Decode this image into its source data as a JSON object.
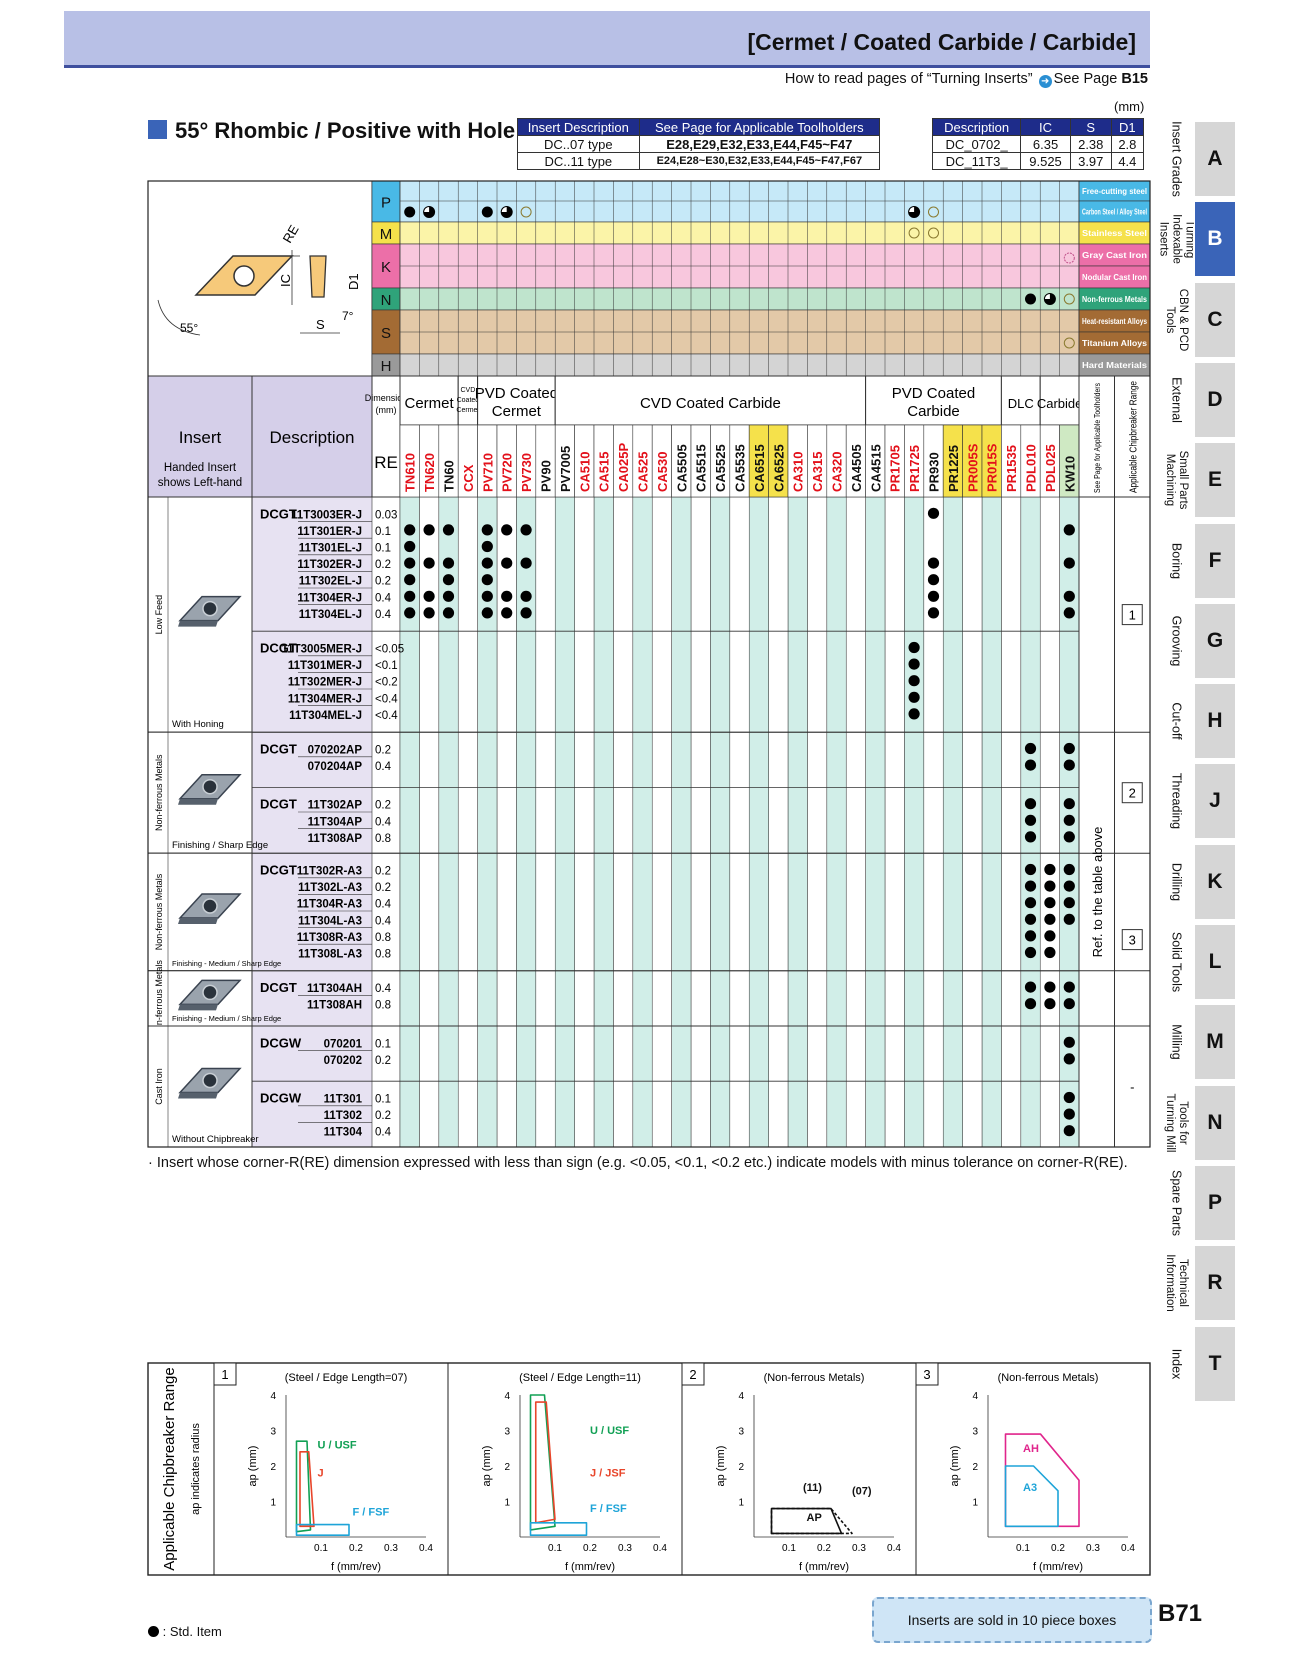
{
  "header": {
    "title": "[Cermet / Coated Carbide / Carbide]",
    "howto_text": "How to read pages of “Turning Inserts”",
    "see_page": "See Page",
    "see_page_num": "B15",
    "unit": "(mm)"
  },
  "section": {
    "title": "55° Rhombic / Positive with Hole"
  },
  "toolholder_table": {
    "headers": [
      "Insert Description",
      "See Page for Applicable Toolholders"
    ],
    "rows": [
      [
        "DC..07 type",
        "E28,E29,E32,E33,E44,F45~F47"
      ],
      [
        "DC..11 type",
        "E24,E28~E30,E32,E33,E44,F45~F47,F67"
      ]
    ]
  },
  "dimension_table": {
    "headers": [
      "Description",
      "IC",
      "S",
      "D1"
    ],
    "rows": [
      [
        "DC_0702_",
        "6.35",
        "2.38",
        "2.8"
      ],
      [
        "DC_11T3_",
        "9.525",
        "3.97",
        "4.4"
      ]
    ]
  },
  "diagram_labels": {
    "re": "RE",
    "ic": "IC",
    "d1": "D1",
    "s": "S",
    "angle7": "7°",
    "angle55": "55°"
  },
  "materials": [
    {
      "letter": "P",
      "color": "#49b9e6",
      "labels": [
        "Free-cutting steel",
        "Carbon Steel / Alloy Steel"
      ]
    },
    {
      "letter": "M",
      "color": "#f5e14b",
      "labels": [
        "Stainless Steel"
      ]
    },
    {
      "letter": "K",
      "color": "#ec6fa8",
      "labels": [
        "Gray Cast Iron",
        "Nodular Cast Iron"
      ]
    },
    {
      "letter": "N",
      "color": "#2fa37a",
      "labels": [
        "Non-ferrous Metals"
      ]
    },
    {
      "letter": "S",
      "color": "#a36b34",
      "labels": [
        "Heat-resistant Alloys",
        "Titanium Alloys"
      ]
    },
    {
      "letter": "H",
      "color": "#9a9a9a",
      "labels": [
        "Hard Materials"
      ]
    }
  ],
  "table_head": {
    "insert": "Insert",
    "handed": "Handed Insert shows Left-hand",
    "description": "Description",
    "dimension": "Dimension (mm)",
    "re": "RE",
    "cvd_coated_cermet": "CVD Coated Cermet",
    "see_page_side": "See Page for Applicable Toolholders",
    "chipbreaker_side": "Applicable Chipbreaker Range"
  },
  "groups": [
    {
      "label": "Cermet",
      "span": 3
    },
    {
      "label": "CVD Coated Cermet",
      "span": 1
    },
    {
      "label": "PVD Coated Cermet",
      "span": 4
    },
    {
      "label": "CVD Coated Carbide",
      "span": 16
    },
    {
      "label": "PVD Coated Carbide",
      "span": 7
    },
    {
      "label": "DLC",
      "span": 2
    },
    {
      "label": "Carbide",
      "span": 2
    }
  ],
  "grades": [
    {
      "name": "TN610",
      "color": "#e3101a"
    },
    {
      "name": "TN620",
      "color": "#e3101a"
    },
    {
      "name": "TN60",
      "color": "#111111"
    },
    {
      "name": "CCX",
      "color": "#e3101a"
    },
    {
      "name": "PV710",
      "color": "#e3101a"
    },
    {
      "name": "PV720",
      "color": "#e3101a"
    },
    {
      "name": "PV730",
      "color": "#e3101a"
    },
    {
      "name": "PV90",
      "color": "#111111"
    },
    {
      "name": "PV7005",
      "color": "#111111"
    },
    {
      "name": "CA510",
      "color": "#e3101a"
    },
    {
      "name": "CA515",
      "color": "#e3101a"
    },
    {
      "name": "CA025P",
      "color": "#e3101a"
    },
    {
      "name": "CA525",
      "color": "#e3101a"
    },
    {
      "name": "CA530",
      "color": "#e3101a"
    },
    {
      "name": "CA5505",
      "color": "#111111"
    },
    {
      "name": "CA5515",
      "color": "#111111"
    },
    {
      "name": "CA5525",
      "color": "#111111"
    },
    {
      "name": "CA5535",
      "color": "#111111"
    },
    {
      "name": "CA6515",
      "color": "#111111",
      "bg": "#f5e14b"
    },
    {
      "name": "CA6525",
      "color": "#111111",
      "bg": "#f5e14b"
    },
    {
      "name": "CA310",
      "color": "#e3101a"
    },
    {
      "name": "CA315",
      "color": "#e3101a"
    },
    {
      "name": "CA320",
      "color": "#e3101a"
    },
    {
      "name": "CA4505",
      "color": "#111111"
    },
    {
      "name": "CA4515",
      "color": "#111111"
    },
    {
      "name": "PR1705",
      "color": "#e3101a"
    },
    {
      "name": "PR1725",
      "color": "#e3101a"
    },
    {
      "name": "PR930",
      "color": "#111111"
    },
    {
      "name": "PR1225",
      "color": "#111111",
      "bg": "#f5e14b"
    },
    {
      "name": "PR005S",
      "color": "#e3101a",
      "bg": "#f5e14b"
    },
    {
      "name": "PR015S",
      "color": "#e3101a",
      "bg": "#f5e14b"
    },
    {
      "name": "PR1535",
      "color": "#e3101a"
    },
    {
      "name": "PDL010",
      "color": "#e3101a"
    },
    {
      "name": "PDL025",
      "color": "#e3101a"
    },
    {
      "name": "KW10",
      "color": "#111111",
      "bg": "#cfe9c3"
    }
  ],
  "row_groups": [
    {
      "category": "Low Feed",
      "caption": "With Honing",
      "sub": [
        {
          "rows": [
            {
              "d1": "DCGT",
              "d2": "11T3003ER-J",
              "re": "0.03",
              "dots": [
                27
              ]
            },
            {
              "d1": "",
              "d2": "11T301ER-J",
              "re": "0.1",
              "dots": [
                0,
                1,
                2,
                4,
                5,
                6,
                34
              ]
            },
            {
              "d1": "",
              "d2": "11T301EL-J",
              "re": "0.1",
              "dots": [
                0,
                4
              ]
            },
            {
              "d1": "",
              "d2": "11T302ER-J",
              "re": "0.2",
              "dots": [
                0,
                1,
                2,
                4,
                5,
                6,
                27,
                34
              ]
            },
            {
              "d1": "",
              "d2": "11T302EL-J",
              "re": "0.2",
              "dots": [
                0,
                2,
                4,
                27
              ]
            },
            {
              "d1": "",
              "d2": "11T304ER-J",
              "re": "0.4",
              "dots": [
                0,
                1,
                2,
                4,
                5,
                6,
                27,
                34
              ]
            },
            {
              "d1": "",
              "d2": "11T304EL-J",
              "re": "0.4",
              "dots": [
                0,
                1,
                2,
                4,
                5,
                6,
                27,
                34
              ]
            }
          ]
        },
        {
          "rows": [
            {
              "d1": "DCGT",
              "d2": "11T3005MER-J",
              "re": "<0.05",
              "dots": [
                26
              ]
            },
            {
              "d1": "",
              "d2": "11T301MER-J",
              "re": "<0.1",
              "dots": [
                26
              ]
            },
            {
              "d1": "",
              "d2": "11T302MER-J",
              "re": "<0.2",
              "dots": [
                26
              ]
            },
            {
              "d1": "",
              "d2": "11T304MER-J",
              "re": "<0.4",
              "dots": [
                26
              ]
            },
            {
              "d1": "",
              "d2": "11T304MEL-J",
              "re": "<0.4",
              "dots": [
                26
              ]
            }
          ]
        }
      ]
    },
    {
      "category": "Non-ferrous Metals",
      "caption": "Finishing / Sharp Edge",
      "sub": [
        {
          "rows": [
            {
              "d1": "DCGT",
              "d2": "070202AP",
              "re": "0.2",
              "dots": [
                32,
                34
              ]
            },
            {
              "d1": "",
              "d2": "070204AP",
              "re": "0.4",
              "dots": [
                32,
                34
              ]
            }
          ]
        },
        {
          "rows": [
            {
              "d1": "DCGT",
              "d2": "11T302AP",
              "re": "0.2",
              "dots": [
                32,
                34
              ]
            },
            {
              "d1": "",
              "d2": "11T304AP",
              "re": "0.4",
              "dots": [
                32,
                34
              ]
            },
            {
              "d1": "",
              "d2": "11T308AP",
              "re": "0.8",
              "dots": [
                32,
                34
              ]
            }
          ]
        }
      ]
    },
    {
      "category": "Non-ferrous Metals",
      "caption": "Finishing - Medium / Sharp Edge",
      "sub": [
        {
          "rows": [
            {
              "d1": "DCGT",
              "d2": "11T302R-A3",
              "re": "0.2",
              "dots": [
                32,
                33,
                34
              ]
            },
            {
              "d1": "",
              "d2": "11T302L-A3",
              "re": "0.2",
              "dots": [
                32,
                33,
                34
              ]
            },
            {
              "d1": "",
              "d2": "11T304R-A3",
              "re": "0.4",
              "dots": [
                32,
                33,
                34
              ]
            },
            {
              "d1": "",
              "d2": "11T304L-A3",
              "re": "0.4",
              "dots": [
                32,
                33,
                34
              ]
            },
            {
              "d1": "",
              "d2": "11T308R-A3",
              "re": "0.8",
              "dots": [
                32,
                33
              ]
            },
            {
              "d1": "",
              "d2": "11T308L-A3",
              "re": "0.8",
              "dots": [
                32,
                33
              ]
            }
          ]
        }
      ]
    },
    {
      "category": "Non-ferrous Metals",
      "caption": "Finishing - Medium / Sharp Edge",
      "sub": [
        {
          "rows": [
            {
              "d1": "DCGT",
              "d2": "11T304AH",
              "re": "0.4",
              "dots": [
                32,
                33,
                34
              ]
            },
            {
              "d1": "",
              "d2": "11T308AH",
              "re": "0.8",
              "dots": [
                32,
                33,
                34
              ]
            }
          ]
        }
      ]
    },
    {
      "category": "Cast Iron",
      "caption": "Without Chipbreaker",
      "sub": [
        {
          "rows": [
            {
              "d1": "DCGW",
              "d2": "070201",
              "re": "0.1",
              "dots": [
                34
              ]
            },
            {
              "d1": "",
              "d2": "070202",
              "re": "0.2",
              "dots": [
                34
              ]
            }
          ]
        },
        {
          "rows": [
            {
              "d1": "DCGW",
              "d2": "11T301",
              "re": "0.1",
              "dots": [
                34
              ]
            },
            {
              "d1": "",
              "d2": "11T302",
              "re": "0.2",
              "dots": [
                34
              ]
            },
            {
              "d1": "",
              "d2": "11T304",
              "re": "0.4",
              "dots": [
                34
              ]
            }
          ]
        }
      ]
    }
  ],
  "side_col": {
    "ref_text": "Ref. to the table above",
    "range_labels": [
      "1",
      "2",
      "3",
      "-"
    ]
  },
  "note": "· Insert whose corner-R(RE) dimension expressed with less than sign (e.g. <0.05, <0.1, <0.2 etc.) indicate models with minus tolerance on corner-R(RE).",
  "chipbreaker": {
    "title": "Applicable Chipbreaker Range",
    "subtitle": "ap indicates radius",
    "panels": [
      {
        "num": "1",
        "title": "(Steel / Edge Length=07)",
        "curves": [
          {
            "label": "U / USF",
            "color": "#11a054",
            "pts": [
              [
                0.03,
                0.15
              ],
              [
                0.03,
                2.7
              ],
              [
                0.06,
                2.7
              ],
              [
                0.07,
                0.2
              ]
            ]
          },
          {
            "label": "J",
            "color": "#e8452a",
            "pts": [
              [
                0.04,
                0.3
              ],
              [
                0.04,
                2.4
              ],
              [
                0.065,
                2.4
              ],
              [
                0.08,
                0.3
              ]
            ]
          },
          {
            "label": "F / FSF",
            "color": "#1ea4d8",
            "pts": [
              [
                0.03,
                0.05
              ],
              [
                0.03,
                0.35
              ],
              [
                0.18,
                0.35
              ],
              [
                0.18,
                0.05
              ]
            ]
          }
        ],
        "labelpos": [
          [
            0.09,
            2.5
          ],
          [
            0.09,
            1.7
          ],
          [
            0.19,
            0.6
          ]
        ]
      },
      {
        "num": "1",
        "title": "(Steel / Edge Length=11)",
        "curves": [
          {
            "label": "U / USF",
            "color": "#11a054",
            "pts": [
              [
                0.03,
                0.2
              ],
              [
                0.03,
                4
              ],
              [
                0.07,
                4
              ],
              [
                0.1,
                0.3
              ]
            ]
          },
          {
            "label": "J / JSF",
            "color": "#e8452a",
            "pts": [
              [
                0.045,
                0.4
              ],
              [
                0.045,
                3.8
              ],
              [
                0.075,
                3.8
              ],
              [
                0.1,
                0.5
              ]
            ]
          },
          {
            "label": "F / FSF",
            "color": "#1ea4d8",
            "pts": [
              [
                0.03,
                0.05
              ],
              [
                0.03,
                0.4
              ],
              [
                0.19,
                0.4
              ],
              [
                0.19,
                0.05
              ]
            ]
          }
        ],
        "labelpos": [
          [
            0.2,
            2.9
          ],
          [
            0.2,
            1.7
          ],
          [
            0.2,
            0.7
          ]
        ]
      },
      {
        "num": "2",
        "title": "(Non-ferrous Metals)",
        "curves": [
          {
            "label": "(11)",
            "color": "#111111",
            "pts": [
              [
                0.05,
                0.1
              ],
              [
                0.05,
                0.8
              ],
              [
                0.22,
                0.8
              ],
              [
                0.25,
                0.1
              ]
            ]
          },
          {
            "label": "(07)",
            "color": "#111111",
            "pts": [
              [
                0.05,
                0.1
              ],
              [
                0.05,
                0.8
              ],
              [
                0.22,
                0.8
              ],
              [
                0.28,
                0.1
              ]
            ]
          },
          {
            "label": "AP",
            "color": "#111111",
            "pts": []
          }
        ],
        "labelpos": [
          [
            0.14,
            1.3
          ],
          [
            0.28,
            1.2
          ],
          [
            0.15,
            0.45
          ]
        ]
      },
      {
        "num": "3",
        "title": "(Non-ferrous Metals)",
        "curves": [
          {
            "label": "AH",
            "color": "#e0258c",
            "pts": [
              [
                0.05,
                0.3
              ],
              [
                0.05,
                2.9
              ],
              [
                0.15,
                2.9
              ],
              [
                0.26,
                1.6
              ],
              [
                0.26,
                0.3
              ]
            ]
          },
          {
            "label": "A3",
            "color": "#1ea4d8",
            "pts": [
              [
                0.05,
                0.3
              ],
              [
                0.05,
                2.0
              ],
              [
                0.13,
                2.0
              ],
              [
                0.2,
                1.3
              ],
              [
                0.2,
                0.3
              ]
            ]
          }
        ],
        "labelpos": [
          [
            0.1,
            2.4
          ],
          [
            0.1,
            1.3
          ]
        ]
      }
    ],
    "xlabel": "f (mm/rev)",
    "ylabel": "ap (mm)",
    "xticks": [
      "0.1",
      "0.2",
      "0.3",
      "0.4"
    ],
    "yticks": [
      "1",
      "2",
      "3",
      "4"
    ]
  },
  "footer": {
    "box": "Inserts are sold in 10 piece boxes",
    "page": "B71",
    "legend": ": Std. Item"
  },
  "sidebar": [
    {
      "letter": "A",
      "label": "Insert Grades"
    },
    {
      "letter": "B",
      "label": "Turning Indexable Inserts",
      "active": true
    },
    {
      "letter": "C",
      "label": "CBN & PCD Tools"
    },
    {
      "letter": "D",
      "label": "External"
    },
    {
      "letter": "E",
      "label": "Small Parts Machining"
    },
    {
      "letter": "F",
      "label": "Boring"
    },
    {
      "letter": "G",
      "label": "Grooving"
    },
    {
      "letter": "H",
      "label": "Cut-off"
    },
    {
      "letter": "J",
      "label": "Threading"
    },
    {
      "letter": "K",
      "label": "Drilling"
    },
    {
      "letter": "L",
      "label": "Solid Tools"
    },
    {
      "letter": "M",
      "label": "Milling"
    },
    {
      "letter": "N",
      "label": "Tools for Turning Mill"
    },
    {
      "letter": "P",
      "label": "Spare Parts"
    },
    {
      "letter": "R",
      "label": "Technical Information"
    },
    {
      "letter": "T",
      "label": "Index"
    }
  ]
}
